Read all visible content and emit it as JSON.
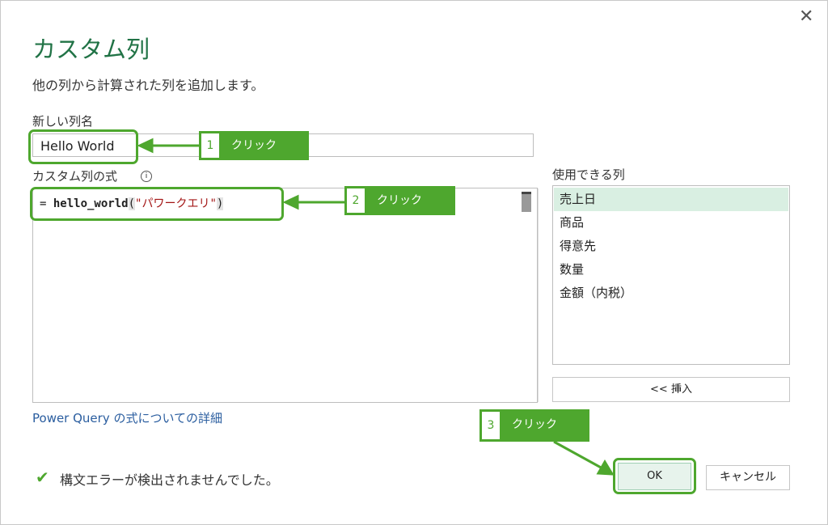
{
  "dialog": {
    "title": "カスタム列",
    "subtitle": "他の列から計算された列を追加します。",
    "new_column_label": "新しい列名",
    "new_column_value": "Hello World",
    "formula_label": "カスタム列の式",
    "formula": {
      "prefix": "= ",
      "function": "hello_world",
      "open": "(",
      "string": "\"パワークエリ\"",
      "close": ")"
    },
    "available_label": "使用できる列",
    "available_columns": [
      "売上日",
      "商品",
      "得意先",
      "数量",
      "金額（内税）"
    ],
    "insert_button": "<< 挿入",
    "help_link": "Power Query の式についての詳細",
    "status": "構文エラーが検出されませんでした。",
    "ok_button": "OK",
    "cancel_button": "キャンセル"
  },
  "annotations": [
    {
      "number": "1",
      "text": "クリック"
    },
    {
      "number": "2",
      "text": "クリック"
    },
    {
      "number": "3",
      "text": "クリック"
    }
  ],
  "colors": {
    "accent": "#217346",
    "callout": "#4ea72e",
    "selected": "#d9efe2"
  }
}
